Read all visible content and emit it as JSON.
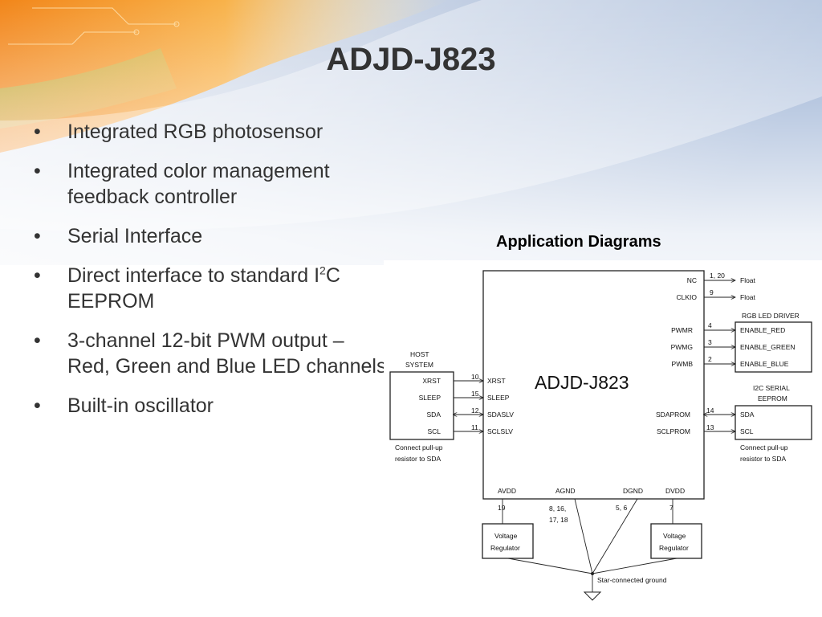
{
  "slide": {
    "title": "ADJD-J823",
    "bullets": [
      "Integrated RGB photosensor",
      "Integrated color management feedback controller",
      "Serial Interface",
      "Direct interface to standard I",
      "3-channel 12-bit PWM output – Red, Green and Blue LED channels",
      "Built-in oscillator"
    ],
    "bullet_3_sup": "2",
    "bullet_3_tail": "C EEPROM",
    "bullet_glyph": "•"
  },
  "diagram": {
    "heading": "Application Diagrams",
    "chip_label": "ADJD-J823",
    "host": {
      "caption_line1": "HOST",
      "caption_line2": "SYSTEM",
      "pins": [
        "XRST",
        "SLEEP",
        "SDA",
        "SCL"
      ],
      "note_line1": "Connect pull-up",
      "note_line2": "resistor to SDA"
    },
    "chip_left_pins": [
      {
        "num": "10",
        "name": "XRST"
      },
      {
        "num": "15",
        "name": "SLEEP"
      },
      {
        "num": "12",
        "name": "SDASLV"
      },
      {
        "num": "11",
        "name": "SCLSLV"
      }
    ],
    "chip_right_top_pins": [
      {
        "num": "1, 20",
        "name": "NC",
        "target": "Float"
      },
      {
        "num": "9",
        "name": "CLKIO",
        "target": "Float"
      }
    ],
    "led_driver": {
      "caption": "RGB LED DRIVER",
      "pins": [
        {
          "num": "4",
          "name": "PWMR",
          "target": "ENABLE_RED"
        },
        {
          "num": "3",
          "name": "PWMG",
          "target": "ENABLE_GREEN"
        },
        {
          "num": "2",
          "name": "PWMB",
          "target": "ENABLE_BLUE"
        }
      ]
    },
    "eeprom": {
      "caption_line1": "I2C SERIAL",
      "caption_line2": "EEPROM",
      "pins": [
        {
          "num": "14",
          "name": "SDAPROM",
          "target": "SDA"
        },
        {
          "num": "13",
          "name": "SCLPROM",
          "target": "SCL"
        }
      ],
      "note_line1": "Connect pull-up",
      "note_line2": "resistor to SDA"
    },
    "bottom_pins": [
      {
        "name": "AVDD",
        "num": "19"
      },
      {
        "name": "AGND",
        "num_line1": "8, 16,",
        "num_line2": "17, 18"
      },
      {
        "name": "DGND",
        "num": "5, 6"
      },
      {
        "name": "DVDD",
        "num": "7"
      }
    ],
    "regulator_line1": "Voltage",
    "regulator_line2": "Regulator",
    "ground_label": "Star-connected ground"
  },
  "colors": {
    "title": "#333333",
    "body_text": "#333333",
    "orange_accent": "#f08a1c",
    "sky_blue": "#9fb6d6"
  },
  "icons": [
    "bullet-dot-icon",
    "arrow-icon",
    "ground-symbol-icon"
  ]
}
